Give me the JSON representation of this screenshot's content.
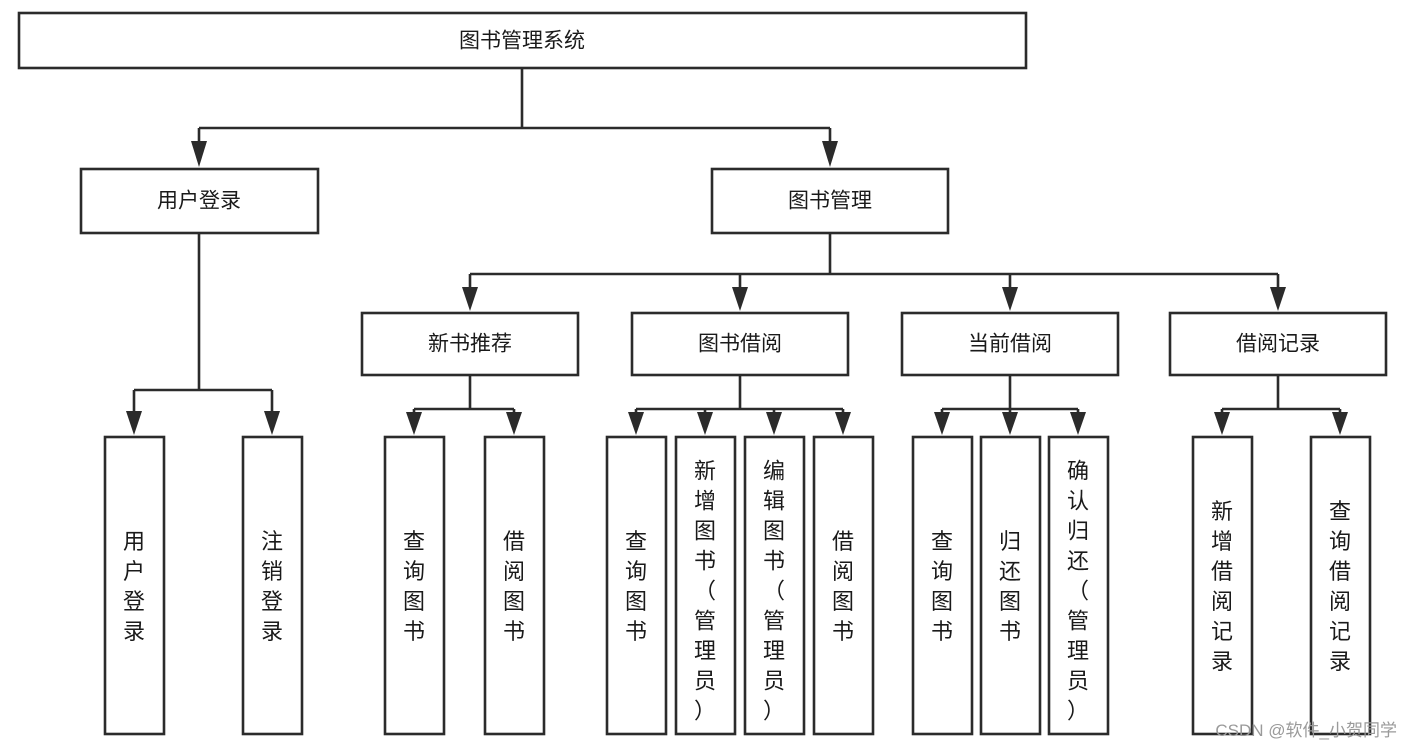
{
  "diagram": {
    "title": "图书管理系统",
    "watermark": "CSDN @软件_小贺同学",
    "colors": {
      "stroke": "#2b2b2b",
      "fill": "#ffffff",
      "text": "#1a1a1a",
      "watermark": "#9a9a9a"
    },
    "root": {
      "label": "图书管理系统"
    },
    "level2": [
      {
        "label": "用户登录"
      },
      {
        "label": "图书管理"
      }
    ],
    "level3": [
      {
        "label": "新书推荐"
      },
      {
        "label": "图书借阅"
      },
      {
        "label": "当前借阅"
      },
      {
        "label": "借阅记录"
      }
    ],
    "leaves": [
      {
        "label": "用户登录",
        "parent": "用户登录"
      },
      {
        "label": "注销登录",
        "parent": "用户登录"
      },
      {
        "label": "查询图书",
        "parent": "新书推荐"
      },
      {
        "label": "借阅图书",
        "parent": "新书推荐"
      },
      {
        "label": "查询图书",
        "parent": "图书借阅"
      },
      {
        "label": "新增图书（管理员）",
        "parent": "图书借阅"
      },
      {
        "label": "编辑图书（管理员）",
        "parent": "图书借阅"
      },
      {
        "label": "借阅图书",
        "parent": "图书借阅"
      },
      {
        "label": "查询图书",
        "parent": "当前借阅"
      },
      {
        "label": "归还图书",
        "parent": "当前借阅"
      },
      {
        "label": "确认归还（管理员）",
        "parent": "当前借阅"
      },
      {
        "label": "新增借阅记录",
        "parent": "借阅记录"
      },
      {
        "label": "查询借阅记录",
        "parent": "借阅记录"
      }
    ]
  }
}
